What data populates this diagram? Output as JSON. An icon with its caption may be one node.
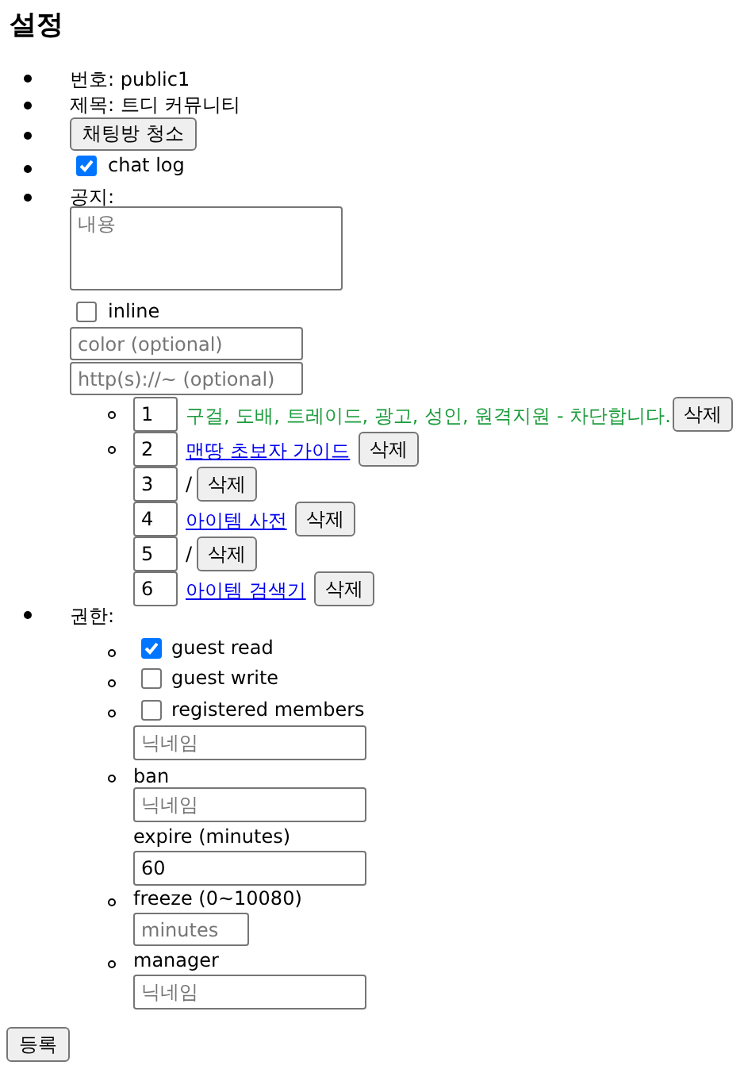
{
  "diagram": {
    "title": "설정",
    "nodes": [
      {
        "text": [
          "채팅방 청소"
        ]
      },
      {
        "text": [],
        "shape": "box"
      },
      {
        "text": [
          "내용"
        ]
      },
      {
        "text": [],
        "shape": "box"
      },
      {
        "text": [
          "color (optional)"
        ]
      },
      {
        "text": [
          "http(s)://~ (optional)"
        ]
      },
      {
        "text": [
          "1"
        ]
      },
      {
        "text": [
          "삭제"
        ]
      },
      {
        "text": [
          "2"
        ]
      },
      {
        "text": [
          "삭제"
        ]
      },
      {
        "text": [
          "3"
        ]
      },
      {
        "text": [
          "삭제"
        ]
      },
      {
        "text": [
          "4"
        ]
      },
      {
        "text": [
          "삭제"
        ]
      },
      {
        "text": [
          "5"
        ]
      },
      {
        "text": [
          "삭제"
        ]
      },
      {
        "text": [
          "6"
        ]
      },
      {
        "text": [
          "삭제"
        ]
      },
      {
        "text": [],
        "shape": "box"
      },
      {
        "text": [],
        "shape": "box"
      },
      {
        "text": [],
        "shape": "box"
      },
      {
        "text": [
          "닉네임"
        ]
      },
      {
        "text": [
          "닉네임"
        ]
      },
      {
        "text": [
          "60"
        ]
      },
      {
        "text": [
          "minutes"
        ]
      },
      {
        "text": [
          "닉네임"
        ]
      },
      {
        "text": [
          "등록"
        ]
      }
    ],
    "labels": [
      "번호: public1",
      "제목: 트디 커뮤니티",
      "chat log",
      "공지:",
      "inline",
      "구걸, 도배, 트레이드, 광고, 성인, 원격지원 - 차단합니다.",
      "맨땅 초보자 가이드",
      "/",
      "아이템 사전",
      "/",
      "아이템 검색기",
      "권한:",
      "guest read",
      "guest write",
      "registered members",
      "ban",
      "expire (minutes)",
      "freeze (0~10080)",
      "manager"
    ]
  }
}
